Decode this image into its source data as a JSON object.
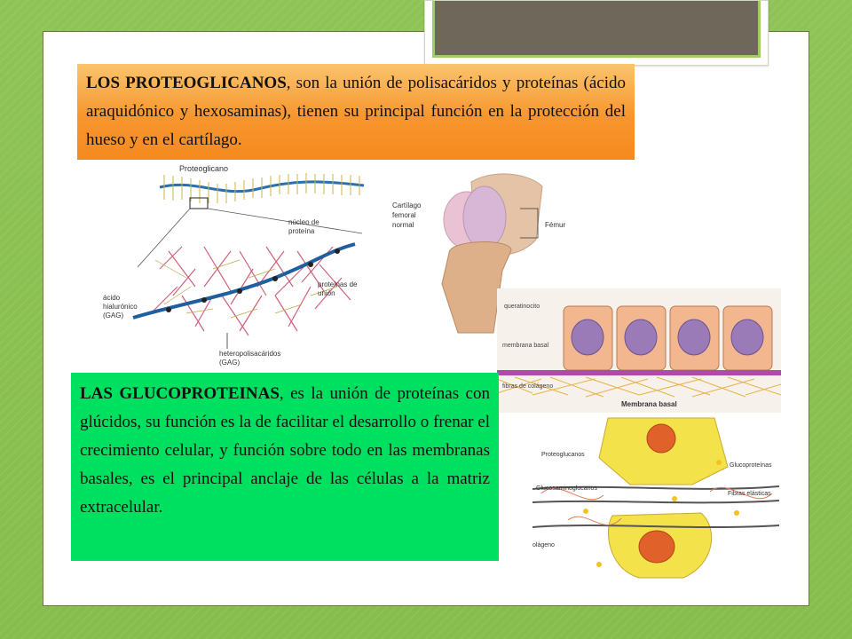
{
  "proteoglicanos": {
    "heading": "LOS PROTEOGLICANOS",
    "body": ", son la unión de polisacáridos y proteínas (ácido araquidónico y hexosaminas), tienen su principal función en la protección del hueso y en el cartílago."
  },
  "glucoproteinas": {
    "heading": "LAS GLUCOPROTEINAS",
    "body": ", es la unión de proteínas con glúcidos, su función es la de facilitar el desarrollo o frenar el crecimiento celular, y función sobre todo en las membranas basales, es el principal anclaje de las células a la matriz extracelular."
  },
  "figure_proteoglicano": {
    "title": "Proteoglicano",
    "label_nucleo": [
      "núcleo de",
      "proteína"
    ],
    "label_proteinas_union": [
      "proteínas de",
      "unión"
    ],
    "label_acido": [
      "ácido",
      "hialurónico",
      "(GAG)"
    ],
    "label_hetero": [
      "heteropolisacáridos",
      "(GAG)"
    ]
  },
  "figure_rodilla": {
    "label_cartilago": [
      "Cartílago",
      "femoral",
      "normal"
    ],
    "label_femur": "Fémur"
  },
  "figure_membrana": {
    "label_queratinocito": "queratinocito",
    "label_membrana": "membrana basal",
    "label_fibras": "fibras de colágeno",
    "caption": "Membrana basal"
  },
  "figure_matriz": {
    "label_proteoglucanos": "Proteoglucanos",
    "label_glucoproteinas": "Glucoproteínas",
    "label_glucosaminoglucanos": "Glucosaminoglucanos",
    "label_fibras_elasticas": "Fibras elásticas",
    "label_colageno": "olágeno"
  },
  "colors": {
    "background_green": "#8cc152",
    "orange_box": "#f7962e",
    "green_box": "#00e060",
    "title_plate": "#6f6759"
  }
}
